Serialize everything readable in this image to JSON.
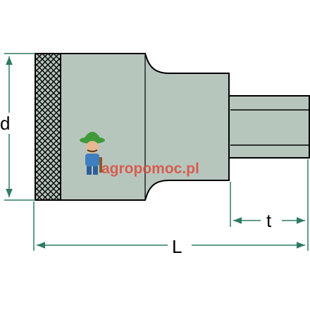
{
  "drawing": {
    "labels": {
      "diameter": "d",
      "depth": "t",
      "length": "L"
    },
    "watermark_text": "agropomoc.pl"
  },
  "colors": {
    "body_fill": "#b7c6bd",
    "outline": "#000000",
    "dimension_line": "#2e7a63",
    "watermark": "#e23a2e"
  }
}
